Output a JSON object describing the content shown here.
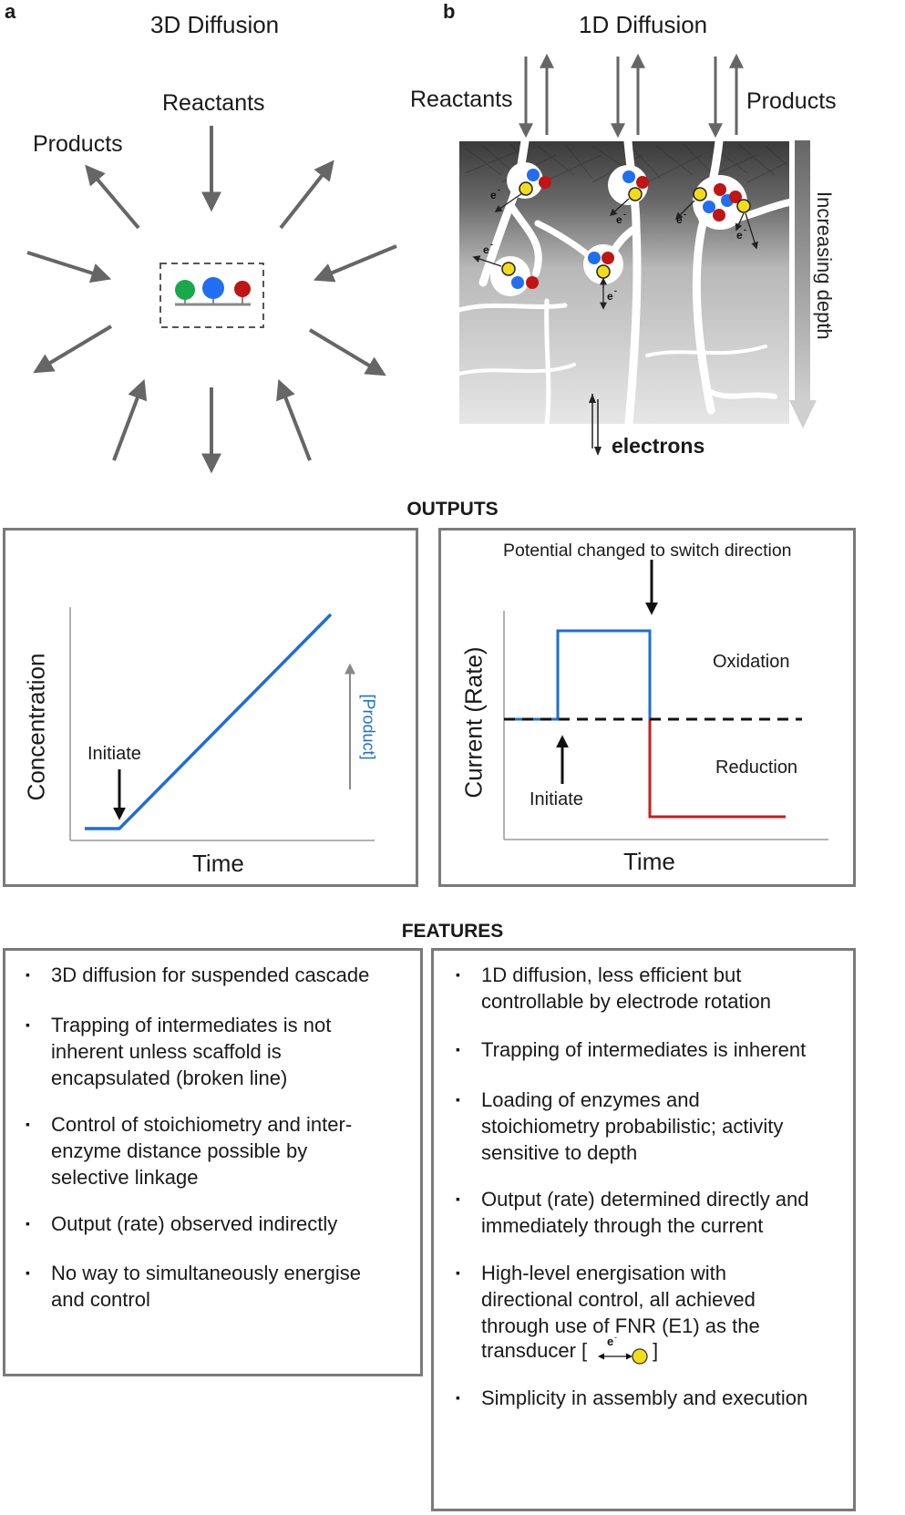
{
  "panel_a": {
    "letter": "a",
    "title": "3D Diffusion",
    "reactants_label": "Reactants",
    "products_label": "Products",
    "colors": {
      "green": "#1aa84a",
      "blue": "#1f6ff0",
      "red": "#c01515",
      "arrow": "#666666"
    }
  },
  "panel_b": {
    "letter": "b",
    "title": "1D Diffusion",
    "reactants_label": "Reactants",
    "products_label": "Products",
    "depth_label": "Increasing depth",
    "electrons_label": "electrons",
    "electron_symbol": "e",
    "electron_charge": "-",
    "colors": {
      "yellow": "#f2dc18",
      "blue": "#1f6ff0",
      "red": "#c01515"
    }
  },
  "outputs": {
    "title": "OUTPUTS",
    "left_chart": {
      "ylabel": "Concentration",
      "xlabel": "Time",
      "annotation": "Initiate",
      "side_label": "[Product]",
      "line_color": "#1f6fd1"
    },
    "right_chart": {
      "ylabel": "Current (Rate)",
      "xlabel": "Time",
      "top_annotation": "Potential changed to switch direction",
      "initiate": "Initiate",
      "oxidation": "Oxidation",
      "reduction": "Reduction",
      "ox_color": "#1f6fd1",
      "red_color": "#c81e1e"
    }
  },
  "features": {
    "title": "FEATURES",
    "bullet": "▪",
    "left": [
      {
        "lines": [
          "3D diffusion for suspended cascade"
        ]
      },
      {
        "lines": [
          "Trapping of intermediates is not",
          "inherent unless scaffold is",
          "encapsulated (broken line)"
        ]
      },
      {
        "lines": [
          "Control of stoichiometry and inter-",
          "enzyme distance possible by",
          "selective linkage"
        ]
      },
      {
        "lines": [
          "Output (rate) observed indirectly"
        ]
      },
      {
        "lines": [
          "No way to simultaneously energise",
          "and control"
        ]
      }
    ],
    "right": [
      {
        "lines": [
          "1D diffusion, less efficient but",
          "controllable by electrode rotation"
        ]
      },
      {
        "lines": [
          "Trapping of intermediates is inherent"
        ]
      },
      {
        "lines": [
          "Loading of enzymes and",
          "stoichiometry probabilistic; activity",
          "sensitive to depth"
        ]
      },
      {
        "lines": [
          "Output (rate) determined directly and",
          "immediately through the current"
        ]
      },
      {
        "lines": [
          "High-level energisation with",
          "directional control, all achieved",
          "through use of FNR (E1) as the"
        ]
      },
      {
        "lines": [
          "Simplicity in assembly and execution"
        ]
      }
    ],
    "transducer_prefix": "transducer [",
    "transducer_suffix": "]"
  }
}
